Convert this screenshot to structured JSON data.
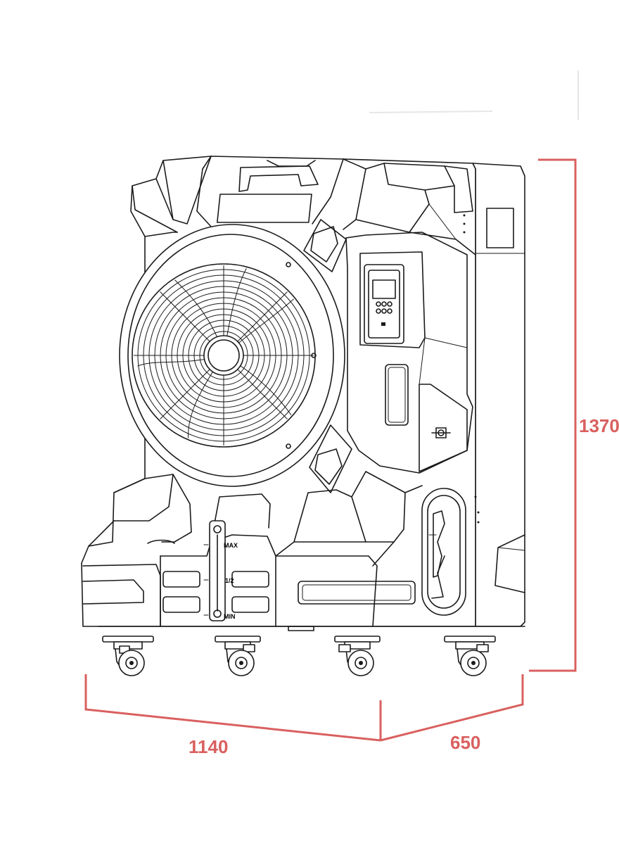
{
  "dimensions": {
    "width_label": "1140",
    "depth_label": "650",
    "height_label": "1370",
    "line_color": "#d9605f"
  },
  "water_level": {
    "max_label": "MAX",
    "half_label": "1/2",
    "min_label": "MIN"
  },
  "icons": [
    "fan-guard",
    "control-panel",
    "water-level-gauge",
    "caster-wheel",
    "drain-valve"
  ]
}
